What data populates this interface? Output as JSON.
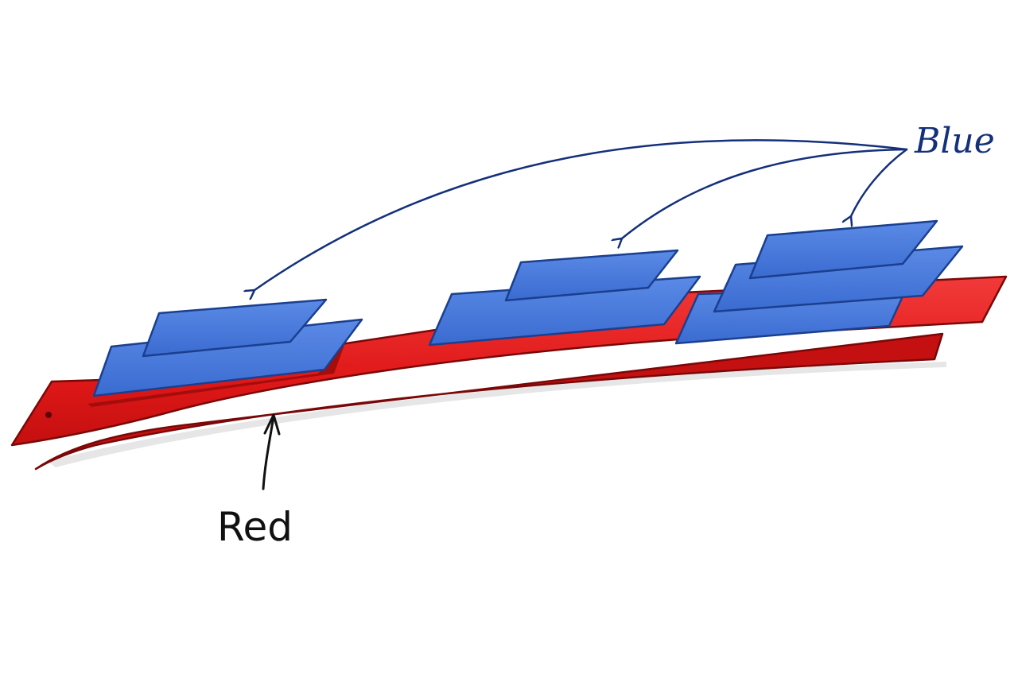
{
  "labels": {
    "blue": "Blue",
    "red": "Red"
  },
  "colors": {
    "red_fill": "#e01818",
    "red_light": "#f23a3a",
    "red_dark": "#9c0a0a",
    "blue_fill": "#3d72d6",
    "blue_light": "#5b8ae6",
    "blue_dark": "#1a3f8f",
    "annotation_blue": "#14307a",
    "annotation_black": "#111111",
    "shadow": "#e4e4e4"
  },
  "groups": [
    {
      "name": "blue-group-left",
      "layers": 2
    },
    {
      "name": "blue-group-middle",
      "layers": 2
    },
    {
      "name": "blue-group-right",
      "layers": 3
    }
  ]
}
